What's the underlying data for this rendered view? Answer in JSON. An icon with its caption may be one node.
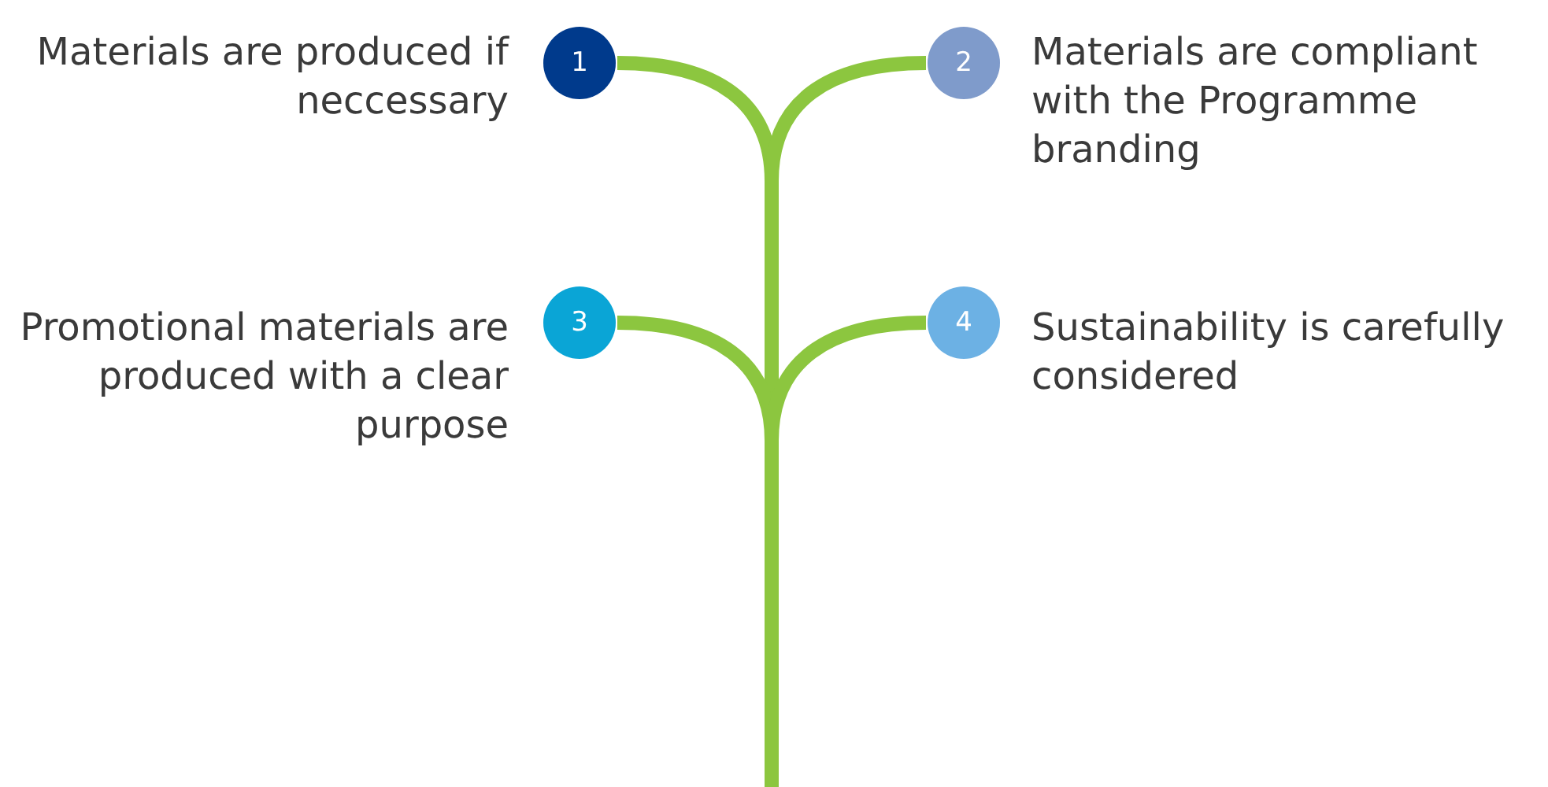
{
  "diagram": {
    "nodes": [
      {
        "text": [
          "1"
        ],
        "beside": [
          "Materials are produced if neccessary"
        ]
      },
      {
        "text": [
          "2"
        ],
        "beside": [
          "Materials are compliant with the Programme branding"
        ]
      },
      {
        "text": [
          "3"
        ],
        "beside": [
          "Promotional materials are produced with a clear purpose"
        ]
      },
      {
        "text": [
          "4"
        ],
        "beside": [
          "Sustainability is carefully considered"
        ]
      }
    ]
  }
}
